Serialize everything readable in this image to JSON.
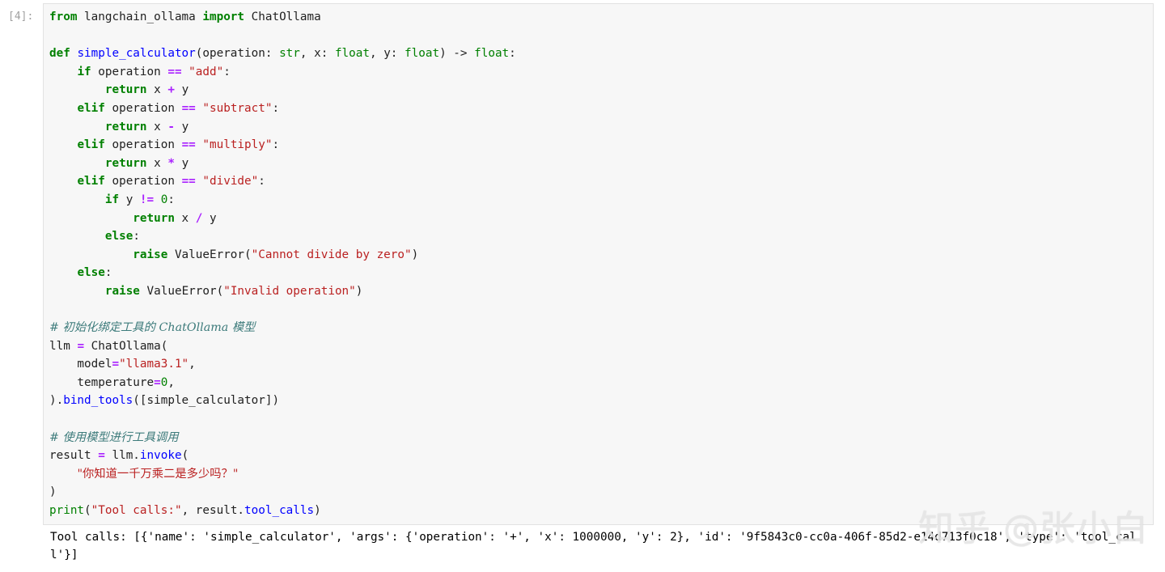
{
  "cell": {
    "prompt": "[4]:",
    "lines": [
      [
        {
          "c": "kw",
          "t": "from"
        },
        {
          "t": " langchain_ollama "
        },
        {
          "c": "kw",
          "t": "import"
        },
        {
          "t": " ChatOllama"
        }
      ],
      [],
      [
        {
          "c": "kw",
          "t": "def"
        },
        {
          "t": " "
        },
        {
          "c": "fn",
          "t": "simple_calculator"
        },
        {
          "t": "(operation: "
        },
        {
          "c": "bi",
          "t": "str"
        },
        {
          "t": ", x: "
        },
        {
          "c": "bi",
          "t": "float"
        },
        {
          "t": ", y: "
        },
        {
          "c": "bi",
          "t": "float"
        },
        {
          "t": ") -> "
        },
        {
          "c": "bi",
          "t": "float"
        },
        {
          "t": ":"
        }
      ],
      [
        {
          "t": "    "
        },
        {
          "c": "kw",
          "t": "if"
        },
        {
          "t": " operation "
        },
        {
          "c": "op",
          "t": "=="
        },
        {
          "t": " "
        },
        {
          "c": "str",
          "t": "\"add\""
        },
        {
          "t": ":"
        }
      ],
      [
        {
          "t": "        "
        },
        {
          "c": "kw",
          "t": "return"
        },
        {
          "t": " x "
        },
        {
          "c": "op",
          "t": "+"
        },
        {
          "t": " y"
        }
      ],
      [
        {
          "t": "    "
        },
        {
          "c": "kw",
          "t": "elif"
        },
        {
          "t": " operation "
        },
        {
          "c": "op",
          "t": "=="
        },
        {
          "t": " "
        },
        {
          "c": "str",
          "t": "\"subtract\""
        },
        {
          "t": ":"
        }
      ],
      [
        {
          "t": "        "
        },
        {
          "c": "kw",
          "t": "return"
        },
        {
          "t": " x "
        },
        {
          "c": "op",
          "t": "-"
        },
        {
          "t": " y"
        }
      ],
      [
        {
          "t": "    "
        },
        {
          "c": "kw",
          "t": "elif"
        },
        {
          "t": " operation "
        },
        {
          "c": "op",
          "t": "=="
        },
        {
          "t": " "
        },
        {
          "c": "str",
          "t": "\"multiply\""
        },
        {
          "t": ":"
        }
      ],
      [
        {
          "t": "        "
        },
        {
          "c": "kw",
          "t": "return"
        },
        {
          "t": " x "
        },
        {
          "c": "op",
          "t": "*"
        },
        {
          "t": " y"
        }
      ],
      [
        {
          "t": "    "
        },
        {
          "c": "kw",
          "t": "elif"
        },
        {
          "t": " operation "
        },
        {
          "c": "op",
          "t": "=="
        },
        {
          "t": " "
        },
        {
          "c": "str",
          "t": "\"divide\""
        },
        {
          "t": ":"
        }
      ],
      [
        {
          "t": "        "
        },
        {
          "c": "kw",
          "t": "if"
        },
        {
          "t": " y "
        },
        {
          "c": "op",
          "t": "!="
        },
        {
          "t": " "
        },
        {
          "c": "num",
          "t": "0"
        },
        {
          "t": ":"
        }
      ],
      [
        {
          "t": "            "
        },
        {
          "c": "kw",
          "t": "return"
        },
        {
          "t": " x "
        },
        {
          "c": "op",
          "t": "/"
        },
        {
          "t": " y"
        }
      ],
      [
        {
          "t": "        "
        },
        {
          "c": "kw",
          "t": "else"
        },
        {
          "t": ":"
        }
      ],
      [
        {
          "t": "            "
        },
        {
          "c": "kw",
          "t": "raise"
        },
        {
          "t": " ValueError("
        },
        {
          "c": "str",
          "t": "\"Cannot divide by zero\""
        },
        {
          "t": ")"
        }
      ],
      [
        {
          "t": "    "
        },
        {
          "c": "kw",
          "t": "else"
        },
        {
          "t": ":"
        }
      ],
      [
        {
          "t": "        "
        },
        {
          "c": "kw",
          "t": "raise"
        },
        {
          "t": " ValueError("
        },
        {
          "c": "str",
          "t": "\"Invalid operation\""
        },
        {
          "t": ")"
        }
      ],
      [],
      [
        {
          "c": "cm",
          "t": "# 初始化绑定工具的 ChatOllama 模型"
        }
      ],
      [
        {
          "t": "llm "
        },
        {
          "c": "op",
          "t": "="
        },
        {
          "t": " ChatOllama("
        }
      ],
      [
        {
          "t": "    model"
        },
        {
          "c": "op",
          "t": "="
        },
        {
          "c": "str",
          "t": "\"llama3.1\""
        },
        {
          "t": ","
        }
      ],
      [
        {
          "t": "    temperature"
        },
        {
          "c": "op",
          "t": "="
        },
        {
          "c": "num",
          "t": "0"
        },
        {
          "t": ","
        }
      ],
      [
        {
          "t": ")."
        },
        {
          "c": "fn",
          "t": "bind_tools"
        },
        {
          "t": "([simple_calculator])"
        }
      ],
      [],
      [
        {
          "c": "cm",
          "t": "# 使用模型进行工具调用"
        }
      ],
      [
        {
          "t": "result "
        },
        {
          "c": "op",
          "t": "="
        },
        {
          "t": " llm."
        },
        {
          "c": "fn",
          "t": "invoke"
        },
        {
          "t": "("
        }
      ],
      [
        {
          "t": "    "
        },
        {
          "c": "str",
          "t": "\"你知道一千万乘二是多少吗？\""
        }
      ],
      [
        {
          "t": ")"
        }
      ],
      [
        {
          "c": "bi",
          "t": "print"
        },
        {
          "t": "("
        },
        {
          "c": "str",
          "t": "\"Tool calls:\""
        },
        {
          "t": ", result."
        },
        {
          "c": "fn",
          "t": "tool_calls"
        },
        {
          "t": ")"
        }
      ]
    ]
  },
  "output": {
    "text": "Tool calls: [{'name': 'simple_calculator', 'args': {'operation': '+', 'x': 1000000, 'y': 2}, 'id': '9f5843c0-cc0a-406f-85d2-e14d713f0c18', 'type': 'tool_call'}]"
  },
  "watermark": "知乎 @张小白"
}
